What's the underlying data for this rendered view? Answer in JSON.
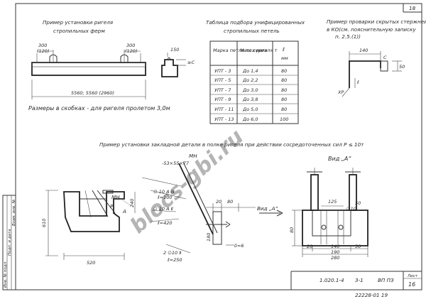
{
  "sheet_number": "18",
  "titles": {
    "left_example": [
      "Пример установки ригеля",
      "стропильных ферм"
    ],
    "table_title": [
      "Таблица подбора унифицированных",
      "стропильных петель"
    ],
    "right_example": [
      "Пример проварки скрытых стержней",
      "в КО(см. пояснительную записку",
      "п. 2.5.(1))"
    ],
    "embedded": "Пример установки закладной детали в полке ригеля при действии сосредоточенных сил P ≤ 10т",
    "view_a": "Вид „А“",
    "view_a_arrow": "Вид „А“",
    "sizes_note": "Размеры в скобках - для ригеля пролетом 3,0м"
  },
  "table": {
    "headers": [
      "Марка петли по серии",
      "Масса ригеля т",
      "ℓ",
      "мм"
    ],
    "rows": [
      [
        "УПТ - 3",
        "До 1,4",
        "80"
      ],
      [
        "УПТ - 5",
        "До 2,2",
        "80"
      ],
      [
        "УПТ - 7",
        "До 3,0",
        "80"
      ],
      [
        "УПТ - 9",
        "До 3,8",
        "80"
      ],
      [
        "УПТ - 11",
        "До 5,0",
        "80"
      ],
      [
        "УПТ - 13",
        "До 6,0",
        "100"
      ]
    ]
  },
  "left_dims": {
    "d1": "300",
    "d1b": "(120)",
    "d2": "300",
    "d2b": "(120)",
    "overall": "5560; 5560 (2960)",
    "r1": "150",
    "r2": "≥С"
  },
  "right_dims": {
    "d140": "140",
    "d50": "50",
    "c": "C",
    "l": "ℓ",
    "hr": "ХР"
  },
  "section": {
    "mn": "МН",
    "plate": "-53×55×77",
    "p": "P",
    "a": "A",
    "d100a": "∅ 10 A ⅠⅡ",
    "l100": "ℓ=100",
    "d10b": "∅ 10 A Ⅱ",
    "l420": "ℓ=420",
    "d10c": "2 ∅10 Ⅱ",
    "l250": "ℓ=250",
    "d20": "20",
    "d80": "80",
    "d610": "610",
    "d520": "520",
    "d240": "240",
    "d180": "180",
    "d80b": "δ=6"
  },
  "view_dims": {
    "d25": "125",
    "d50": "50",
    "d80": "80",
    "d10": "∅10",
    "d140": "140",
    "d190": "190",
    "d280": "280",
    "d20": "20",
    "d30": "30"
  },
  "side_stamps": [
    "Инв. № подл.",
    "Подп. и дата",
    "Взам. инв. №"
  ],
  "title_block": {
    "code": "1.020.1-4",
    "issue": "3-1",
    "stage": "ВП ПЗ",
    "sheet_label": "Лист",
    "sheet": "16"
  },
  "footer_code": "22228-01 19",
  "watermark": "blocs-gbi.ru"
}
